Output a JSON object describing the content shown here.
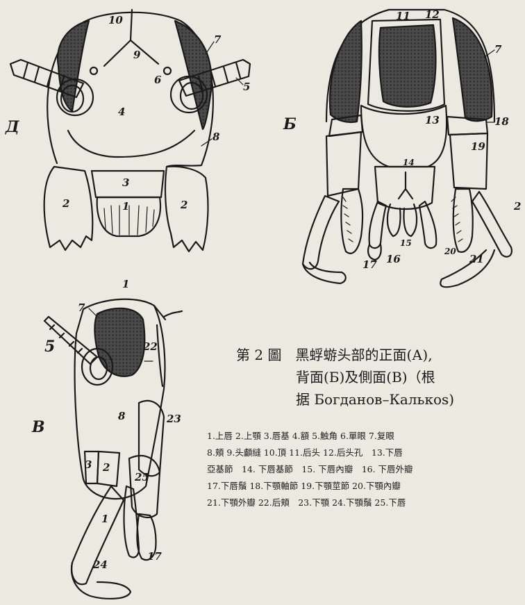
{
  "panel_labels": {
    "front": "Д",
    "back": "Б",
    "side": "В"
  },
  "caption": {
    "line1": "第 2 圖　黑蜉蝣头部的正面(А),",
    "line2": "背面(Б)及側面(В)（根",
    "line3": "据 Богданов–Калькоѕ)"
  },
  "legend_lines": [
    "1.上唇 2.上顎 3.唇基 4.額 5.触角 6.單眼 7.复眼",
    "8.頬 9.头顱縫 10.頂 11.后头 12.后头孔　13.下唇",
    "亞基節　14. 下唇基節　15. 下唇內瓣　16. 下唇外瓣",
    "17.下唇鬚 18.下顎軸節 19.下顎莖節 20.下顎內瓣",
    "21.下顎外瓣 22.后頬　23.下顎 24.下顎鬚 25.下唇"
  ],
  "part_numbers": {
    "a1": "1",
    "a2l": "2",
    "a2r": "2",
    "a3": "3",
    "a4": "4",
    "a5": "5",
    "a6": "6",
    "a7": "7",
    "a8": "8",
    "a9": "9",
    "a10": "10",
    "b7": "7",
    "b11": "11",
    "b12": "12",
    "b13": "13",
    "b14": "14",
    "b15": "15",
    "b16": "16",
    "b17": "17",
    "b18": "18",
    "b19": "19",
    "b20": "20",
    "b21": "21",
    "b2": "2",
    "c1": "1",
    "c2": "2",
    "c3": "3",
    "c5": "5",
    "c7": "7",
    "c8": "8",
    "c17": "17",
    "c22": "22",
    "c23": "23",
    "c24": "24",
    "c25": "25"
  },
  "colors": {
    "paper": "#ece9e1",
    "ink": "#1a1a1a",
    "eye_fill": "#3a3a3a"
  }
}
